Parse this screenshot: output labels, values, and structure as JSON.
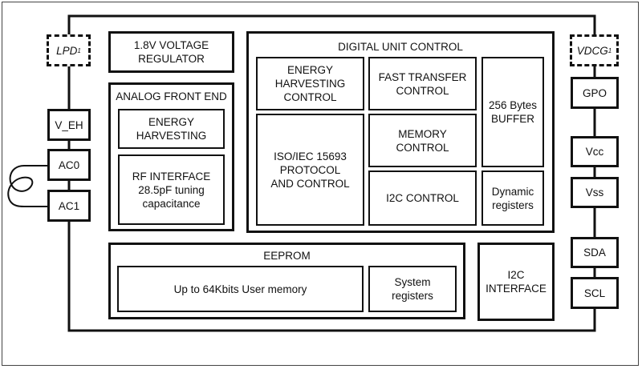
{
  "diagram": {
    "pins_left": {
      "lpd": {
        "label": "LPD",
        "sup": "1"
      },
      "v_eh": "V_EH",
      "ac0": "AC0",
      "ac1": "AC1"
    },
    "pins_right": {
      "vdcg": {
        "label": "VDCG",
        "sup": "1"
      },
      "gpo": "GPO",
      "vcc": "Vcc",
      "vss": "Vss",
      "sda": "SDA",
      "scl": "SCL"
    },
    "voltage_regulator": "1.8V VOLTAGE\nREGULATOR",
    "analog_front_end": {
      "title": "ANALOG FRONT END",
      "energy_harvesting": "ENERGY\nHARVESTING",
      "rf_interface": "RF INTERFACE\n28.5pF tuning\ncapacitance"
    },
    "digital_unit_control": {
      "title": "DIGITAL UNIT CONTROL",
      "energy_harvesting_control": "ENERGY\nHARVESTING\nCONTROL",
      "fast_transfer_control": "FAST TRANSFER\nCONTROL",
      "buffer": "256 Bytes\nBUFFER",
      "iso_protocol": "ISO/IEC 15693\nPROTOCOL\nAND CONTROL",
      "memory_control": "MEMORY\nCONTROL",
      "i2c_control": "I2C CONTROL",
      "dynamic_registers": "Dynamic\nregisters"
    },
    "eeprom": {
      "title": "EEPROM",
      "user_memory": "Up to 64Kbits User memory",
      "system_registers": "System\nregisters"
    },
    "i2c_interface": "I2C\nINTERFACE"
  }
}
